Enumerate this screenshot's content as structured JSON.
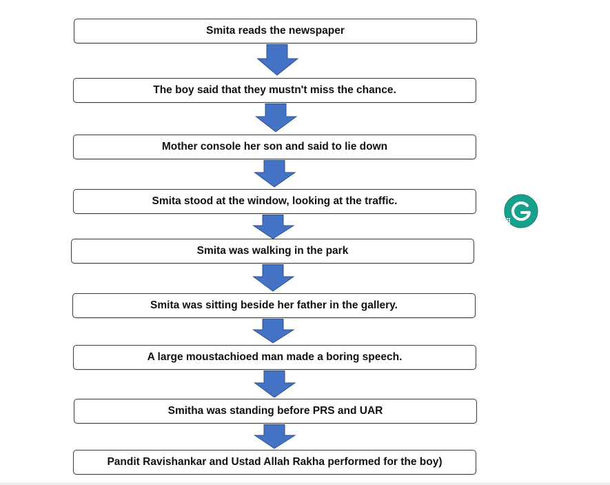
{
  "steps": [
    {
      "label": "Smita reads the newspaper"
    },
    {
      "label": "The boy said that they mustn't miss the chance."
    },
    {
      "label": "Mother console her son and said to lie down"
    },
    {
      "label": "Smita stood at the window, looking at the traffic."
    },
    {
      "label": "Smita was walking in the park"
    },
    {
      "label": "Smita was sitting beside her father in the gallery."
    },
    {
      "label": "A large moustachioed man made a boring speech."
    },
    {
      "label": "Smitha was standing before PRS and UAR"
    },
    {
      "label": "Pandit Ravishankar and Ustad Allah Rakha performed for the boy)"
    }
  ],
  "colors": {
    "arrow_fill": "#4472C4",
    "arrow_stroke": "#2F528F",
    "box_border": "#3a3a3a",
    "grammarly": "#15A18C"
  },
  "icons": {
    "grammarly": "grammarly-icon"
  }
}
